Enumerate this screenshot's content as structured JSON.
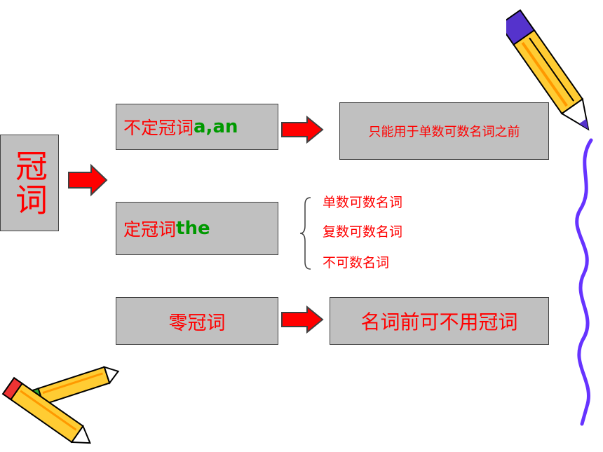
{
  "root": {
    "label": "冠词"
  },
  "rows": [
    {
      "label_cn": "不定冠词",
      "label_en": "a,an",
      "result": "只能用于单数可数名词之前"
    },
    {
      "label_cn": "定冠词",
      "label_en": "the",
      "items": [
        "单数可数名词",
        "复数可数名词",
        "不可数名词"
      ]
    },
    {
      "label": "零冠词",
      "result": "名词前可不用冠词"
    }
  ],
  "colors": {
    "box_fill": "#c0c0c0",
    "text": "#ff0000",
    "english": "#009900",
    "arrow": "#ff0000"
  }
}
